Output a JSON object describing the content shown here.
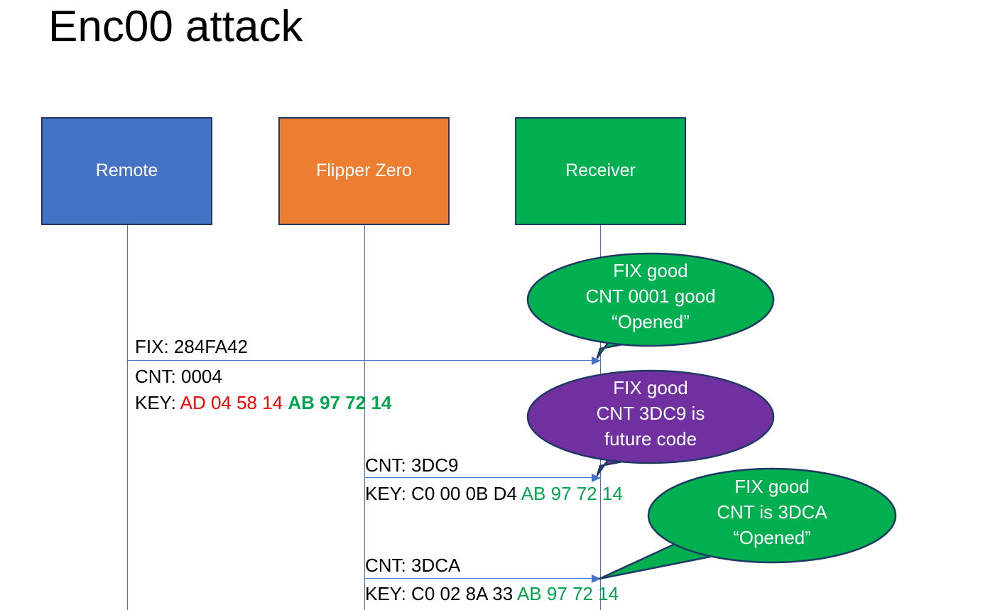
{
  "slide": {
    "title": "Enc00 attack",
    "background": "#ffffff"
  },
  "colors": {
    "remote": "#4472C4",
    "flipper": "#ED7D31",
    "receiver": "#00B050",
    "callout_green": "#00B050",
    "callout_purple": "#7030A0",
    "outline": "#1F3864",
    "line": "#4472C4",
    "key_red": "#FF0000",
    "key_green": "#00A550"
  },
  "actors": [
    {
      "name": "remote",
      "label": "Remote"
    },
    {
      "name": "flipper",
      "label": "Flipper Zero"
    },
    {
      "name": "receiver",
      "label": "Receiver"
    }
  ],
  "messages": [
    {
      "from": "remote",
      "to": "receiver",
      "fix_label": "FIX: 284FA42",
      "cnt_label": "CNT: 0004",
      "key_prefix": "KEY: ",
      "key_part1": "AD 04 58 14 ",
      "key_part2": "AB 97 72 14"
    },
    {
      "from": "flipper",
      "to": "receiver",
      "cnt_label": "CNT: 3DC9",
      "key_prefix": "KEY: C0 00 0B D4 ",
      "key_part2": "AB 97 72 14"
    },
    {
      "from": "flipper",
      "to": "receiver",
      "cnt_label": "CNT: 3DCA",
      "key_prefix": "KEY: C0 02 8A 33 ",
      "key_part2": "AB 97 72 14"
    }
  ],
  "callouts": [
    {
      "name": "receiver-response-1",
      "color": "#00B050",
      "line1": "FIX good",
      "line2": "CNT 0001 good",
      "line3": "“Opened”"
    },
    {
      "name": "receiver-response-2",
      "color": "#7030A0",
      "line1": "FIX good",
      "line2": "CNT 3DC9 is",
      "line3": "future code"
    },
    {
      "name": "receiver-response-3",
      "color": "#00B050",
      "line1": "FIX good",
      "line2": "CNT is 3DCA",
      "line3": "“Opened”"
    }
  ]
}
